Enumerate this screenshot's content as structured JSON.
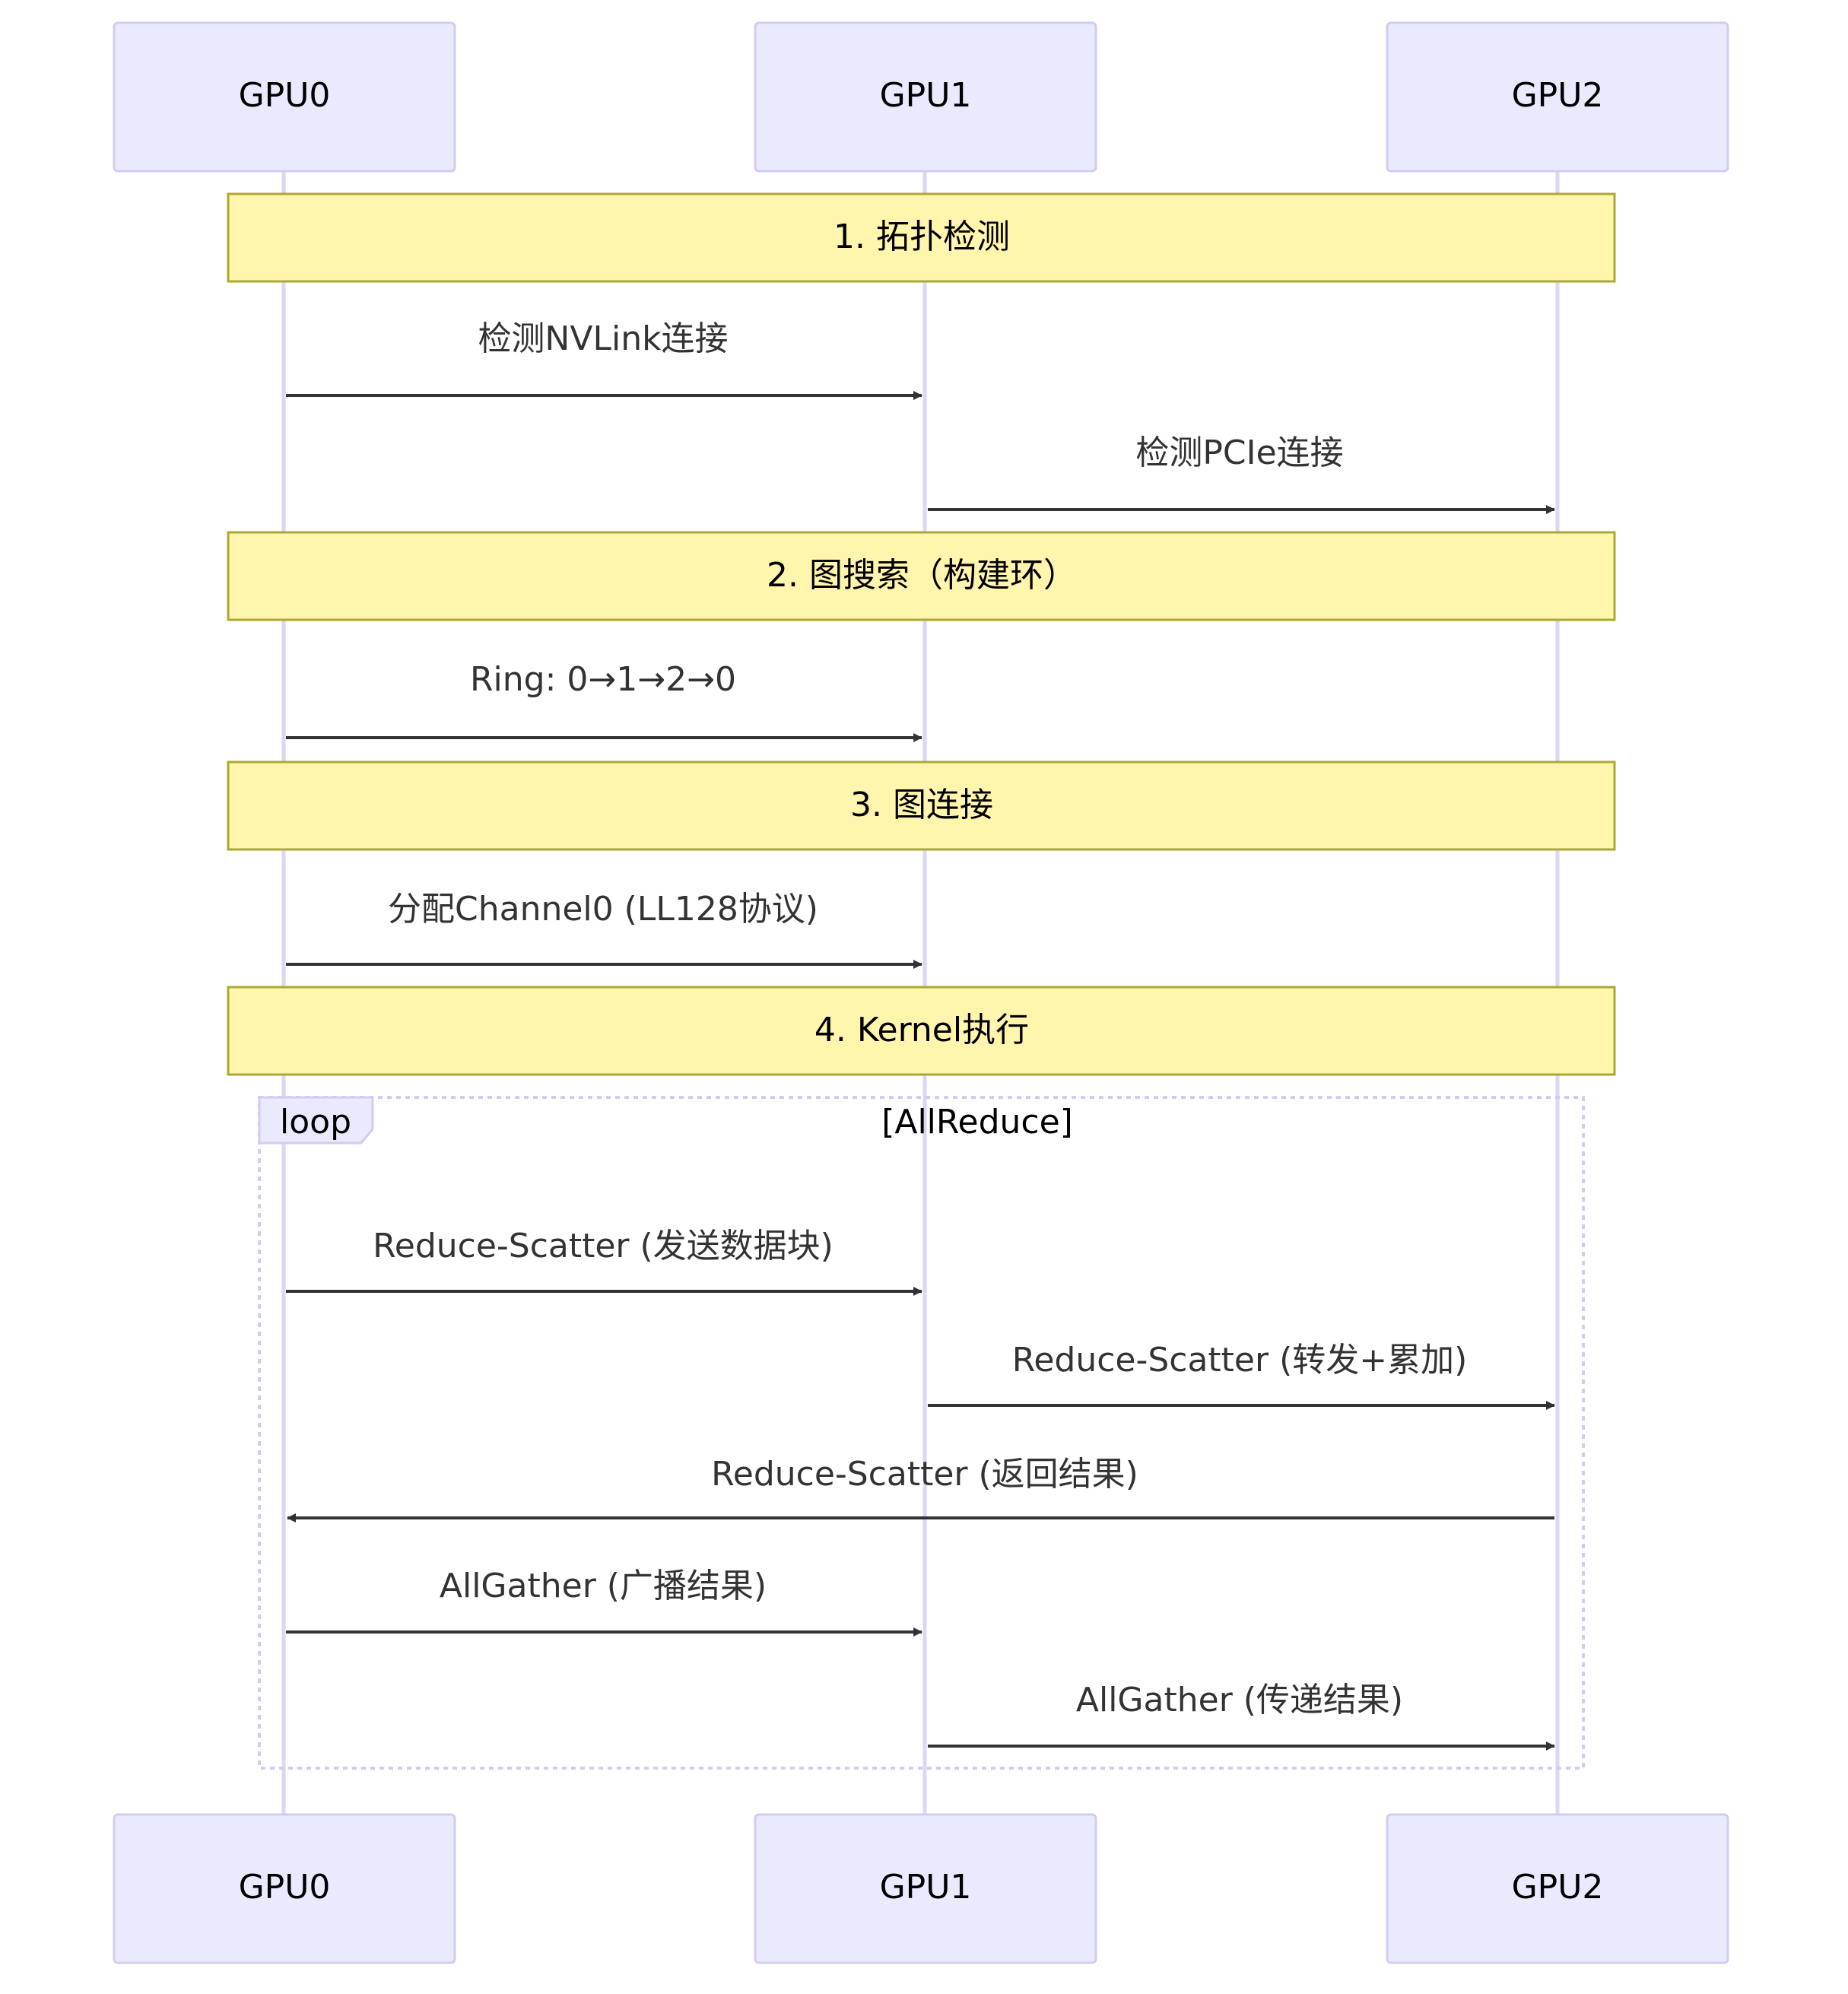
{
  "participants": [
    {
      "label": "GPU0"
    },
    {
      "label": "GPU1"
    },
    {
      "label": "GPU2"
    }
  ],
  "notes": [
    {
      "label": "1. 拓扑检测"
    },
    {
      "label": "2. 图搜索（构建环）"
    },
    {
      "label": "3. 图连接"
    },
    {
      "label": "4. Kernel执行"
    }
  ],
  "messages": [
    {
      "label": "检测NVLink连接",
      "from": "GPU0",
      "to": "GPU1"
    },
    {
      "label": "检测PCIe连接",
      "from": "GPU1",
      "to": "GPU2"
    },
    {
      "label": "Ring: 0→1→2→0",
      "from": "GPU0",
      "to": "GPU1"
    },
    {
      "label": "分配Channel0 (LL128协议)",
      "from": "GPU0",
      "to": "GPU1"
    },
    {
      "label": "Reduce-Scatter (发送数据块)",
      "from": "GPU0",
      "to": "GPU1"
    },
    {
      "label": "Reduce-Scatter (转发+累加)",
      "from": "GPU1",
      "to": "GPU2"
    },
    {
      "label": "Reduce-Scatter (返回结果)",
      "from": "GPU2",
      "to": "GPU0"
    },
    {
      "label": "AllGather (广播结果)",
      "from": "GPU0",
      "to": "GPU1"
    },
    {
      "label": "AllGather (传递结果)",
      "from": "GPU1",
      "to": "GPU2"
    }
  ],
  "loop": {
    "keyword": "loop",
    "condition": "[AllReduce]"
  },
  "colors": {
    "actor_fill": "#eaeaff",
    "actor_stroke": "#d1ccf0",
    "lifeline": "#dcd6f4",
    "note_fill": "#fff5ad",
    "note_stroke": "#aaaa33",
    "message": "#333333",
    "loop_stroke": "#d1ccf0"
  }
}
